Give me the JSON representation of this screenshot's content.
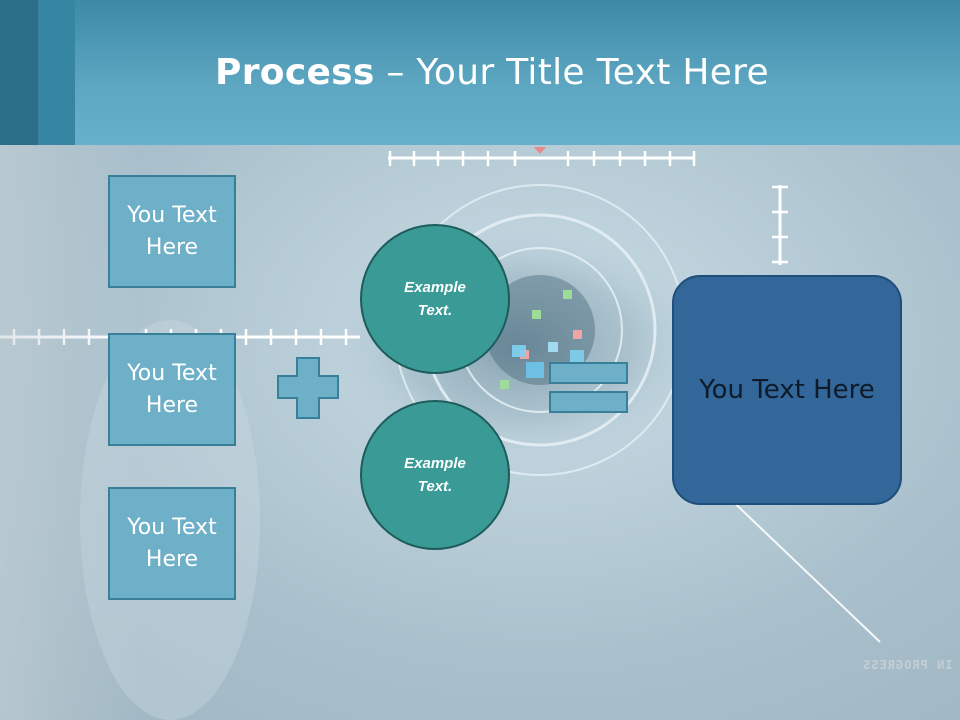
{
  "slide": {
    "title_bold": "Process",
    "title_rest": " – Your Title Text Here",
    "left_boxes": [
      {
        "label": "You Text Here"
      },
      {
        "label": "You Text Here"
      },
      {
        "label": "You Text Here"
      }
    ],
    "circles": [
      {
        "label": "Example Text."
      },
      {
        "label": "Example Text."
      }
    ],
    "result_box": {
      "label": "You Text Here"
    },
    "background_watermark": "IN PROGRESS"
  },
  "colors": {
    "header": "#5ea7c3",
    "box_fill": "#6fb0c9",
    "circle_fill": "#3a9a96",
    "result_fill": "#336699"
  },
  "icons": [
    "plus-icon",
    "equals-icon"
  ]
}
